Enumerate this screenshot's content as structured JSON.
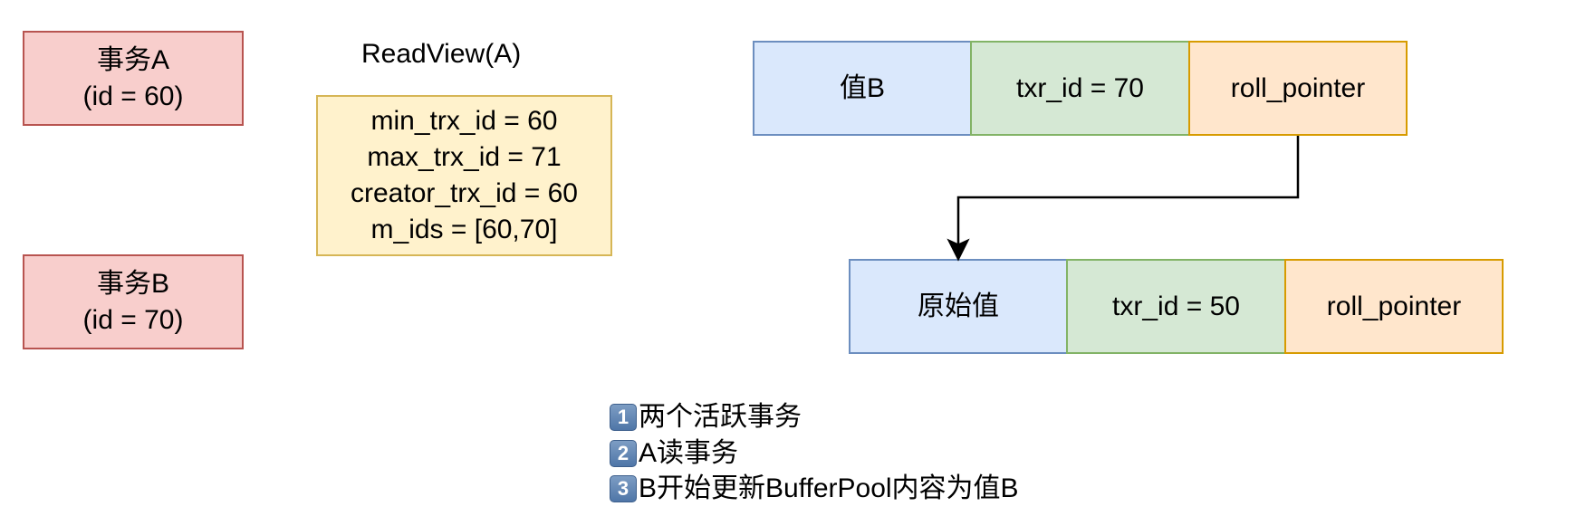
{
  "transaction_a": {
    "line1": "事务A",
    "line2": "(id = 60)"
  },
  "transaction_b": {
    "line1": "事务B",
    "line2": "(id = 70)"
  },
  "readview": {
    "title": "ReadView(A)",
    "lines": [
      "min_trx_id = 60",
      "max_trx_id = 71",
      "creator_trx_id = 60",
      "m_ids = [60,70]"
    ]
  },
  "row_current": {
    "value": "值B",
    "txr_id": "txr_id = 70",
    "roll_pointer": "roll_pointer"
  },
  "row_original": {
    "value": "原始值",
    "txr_id": "txr_id = 50",
    "roll_pointer": "roll_pointer"
  },
  "notes": [
    {
      "num": "1",
      "text": "两个活跃事务"
    },
    {
      "num": "2",
      "text": "A读事务"
    },
    {
      "num": "3",
      "text": "B开始更新BufferPool内容为值B"
    }
  ]
}
